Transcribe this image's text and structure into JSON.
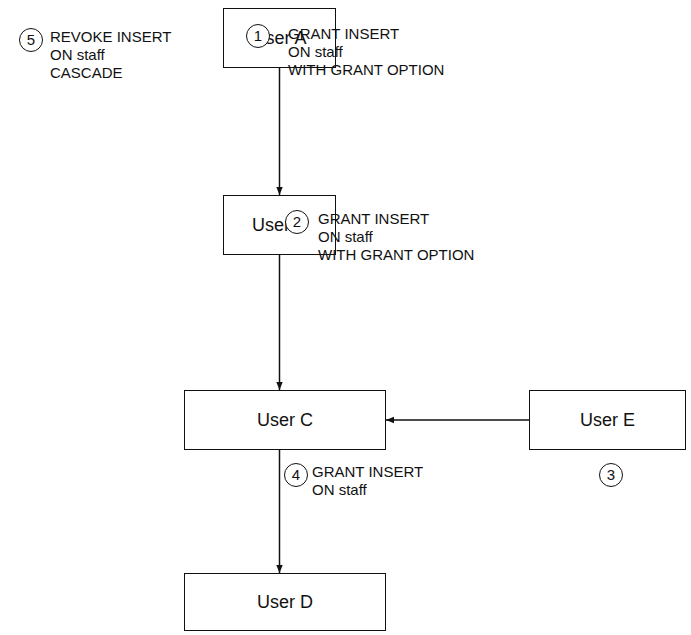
{
  "diagram": {
    "nodes": [
      {
        "text": [
          "User A"
        ]
      },
      {
        "text": [
          "User B"
        ]
      },
      {
        "text": [
          "User C"
        ]
      },
      {
        "text": [
          "User E"
        ]
      },
      {
        "text": [
          "User D"
        ]
      }
    ],
    "edges": [
      {
        "from": 0,
        "to": 1,
        "arrow": "to",
        "label": "GRANT INSERT ON staff WITH GRANT OPTION"
      },
      {
        "from": 1,
        "to": 2,
        "arrow": "to",
        "label": "GRANT INSERT ON staff WITH GRANT OPTION"
      },
      {
        "from": 3,
        "to": 2,
        "arrow": "to"
      },
      {
        "from": 2,
        "to": 4,
        "arrow": "to",
        "label": "GRANT INSERT ON staff"
      }
    ],
    "labels": [
      "5",
      "REVOKE INSERT ON staff CASCADE",
      "1",
      "2",
      "3",
      "4"
    ]
  }
}
